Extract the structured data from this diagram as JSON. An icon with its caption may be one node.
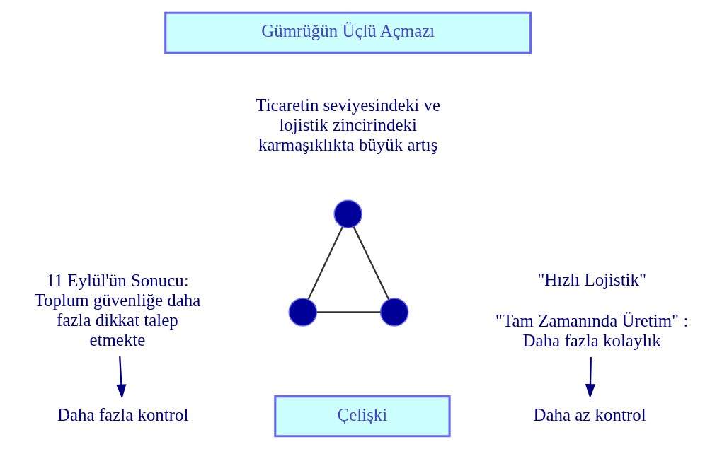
{
  "diagram": {
    "nodes": [
      {
        "text": [
          "Gümrüğün Üçlü Açmazı"
        ]
      },
      {
        "text": [],
        "shape": "circle",
        "beside": [
          "Ticaretin seviyesindeki ve lojistik zincirindeki karmaşıklıkta büyük artış"
        ]
      },
      {
        "text": [],
        "shape": "circle"
      },
      {
        "text": [],
        "shape": "circle"
      },
      {
        "text": [
          "11 Eylül'ün Sonucu: Toplum güvenliğe daha fazla dikkat talep etmekte"
        ]
      },
      {
        "text": [
          "Daha fazla kontrol"
        ]
      },
      {
        "text": [
          "\"Hızlı Lojistik\"",
          "\"Tam Zamanında Üretim\" : Daha fazla kolaylık"
        ]
      },
      {
        "text": [
          "Daha az kontrol"
        ]
      },
      {
        "text": [
          "Çelişki"
        ]
      }
    ],
    "edges": [
      {
        "from": 1,
        "to": 2,
        "arrow": "none"
      },
      {
        "from": 1,
        "to": 3,
        "arrow": "none"
      },
      {
        "from": 2,
        "to": 3,
        "arrow": "none"
      },
      {
        "from": 4,
        "to": 5,
        "arrow": "to"
      },
      {
        "from": 6,
        "to": 7,
        "arrow": "to"
      }
    ]
  }
}
